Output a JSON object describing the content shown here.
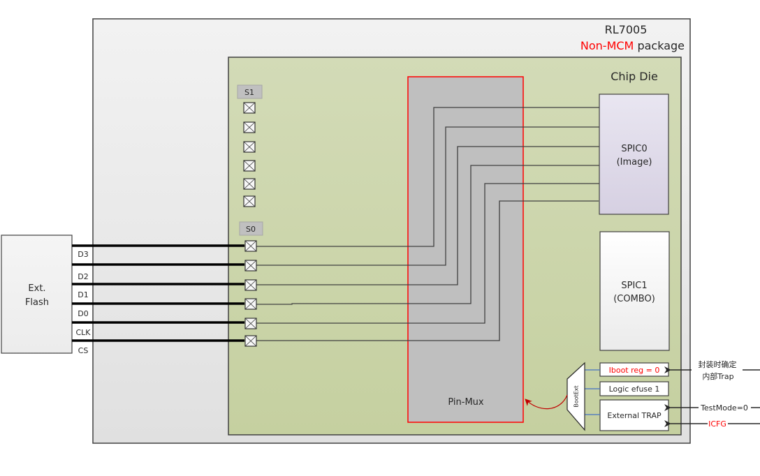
{
  "package": {
    "title": "RL7005",
    "subtitle_highlight": "Non-MCM",
    "subtitle_rest": " package"
  },
  "die": {
    "title": "Chip Die"
  },
  "ext_flash": {
    "label_line1": "Ext.",
    "label_line2": "Flash",
    "pins": [
      "D3",
      "D2",
      "D1",
      "D0",
      "CLK",
      "CS"
    ]
  },
  "pad_groups": [
    {
      "label": "S1",
      "pad_count": 6
    },
    {
      "label": "S0",
      "pad_count": 6
    }
  ],
  "pinmux": {
    "label": "Pin-Mux"
  },
  "spic0": {
    "line1": "SPIC0",
    "line2": "(Image)"
  },
  "spic1": {
    "line1": "SPIC1",
    "line2": "(COMBO)"
  },
  "boot_mux": {
    "label": "BootExt"
  },
  "boot_sources": [
    {
      "label": "Iboot reg = 0",
      "color": "#ff0000"
    },
    {
      "label": "Logic efuse 1",
      "color": "#262626"
    },
    {
      "label": "External TRAP",
      "color": "#262626"
    }
  ],
  "external_inputs": [
    {
      "label_line1": "封装时确定",
      "label_line2": "内部Trap",
      "color": "#262626"
    },
    {
      "label": "TestMode=0",
      "color": "#262626"
    },
    {
      "label": "ICFG",
      "color": "#ff0000"
    }
  ],
  "colors": {
    "highlight_red": "#ff0000",
    "package_fill": "#f0f0f0",
    "die_fill": "#ccd6ab",
    "pinmux_fill": "#bfbfbf",
    "pinmux_border": "#ff0000",
    "spic0_fill": "#e0dbea",
    "mux_link_blue": "#4472c4"
  }
}
